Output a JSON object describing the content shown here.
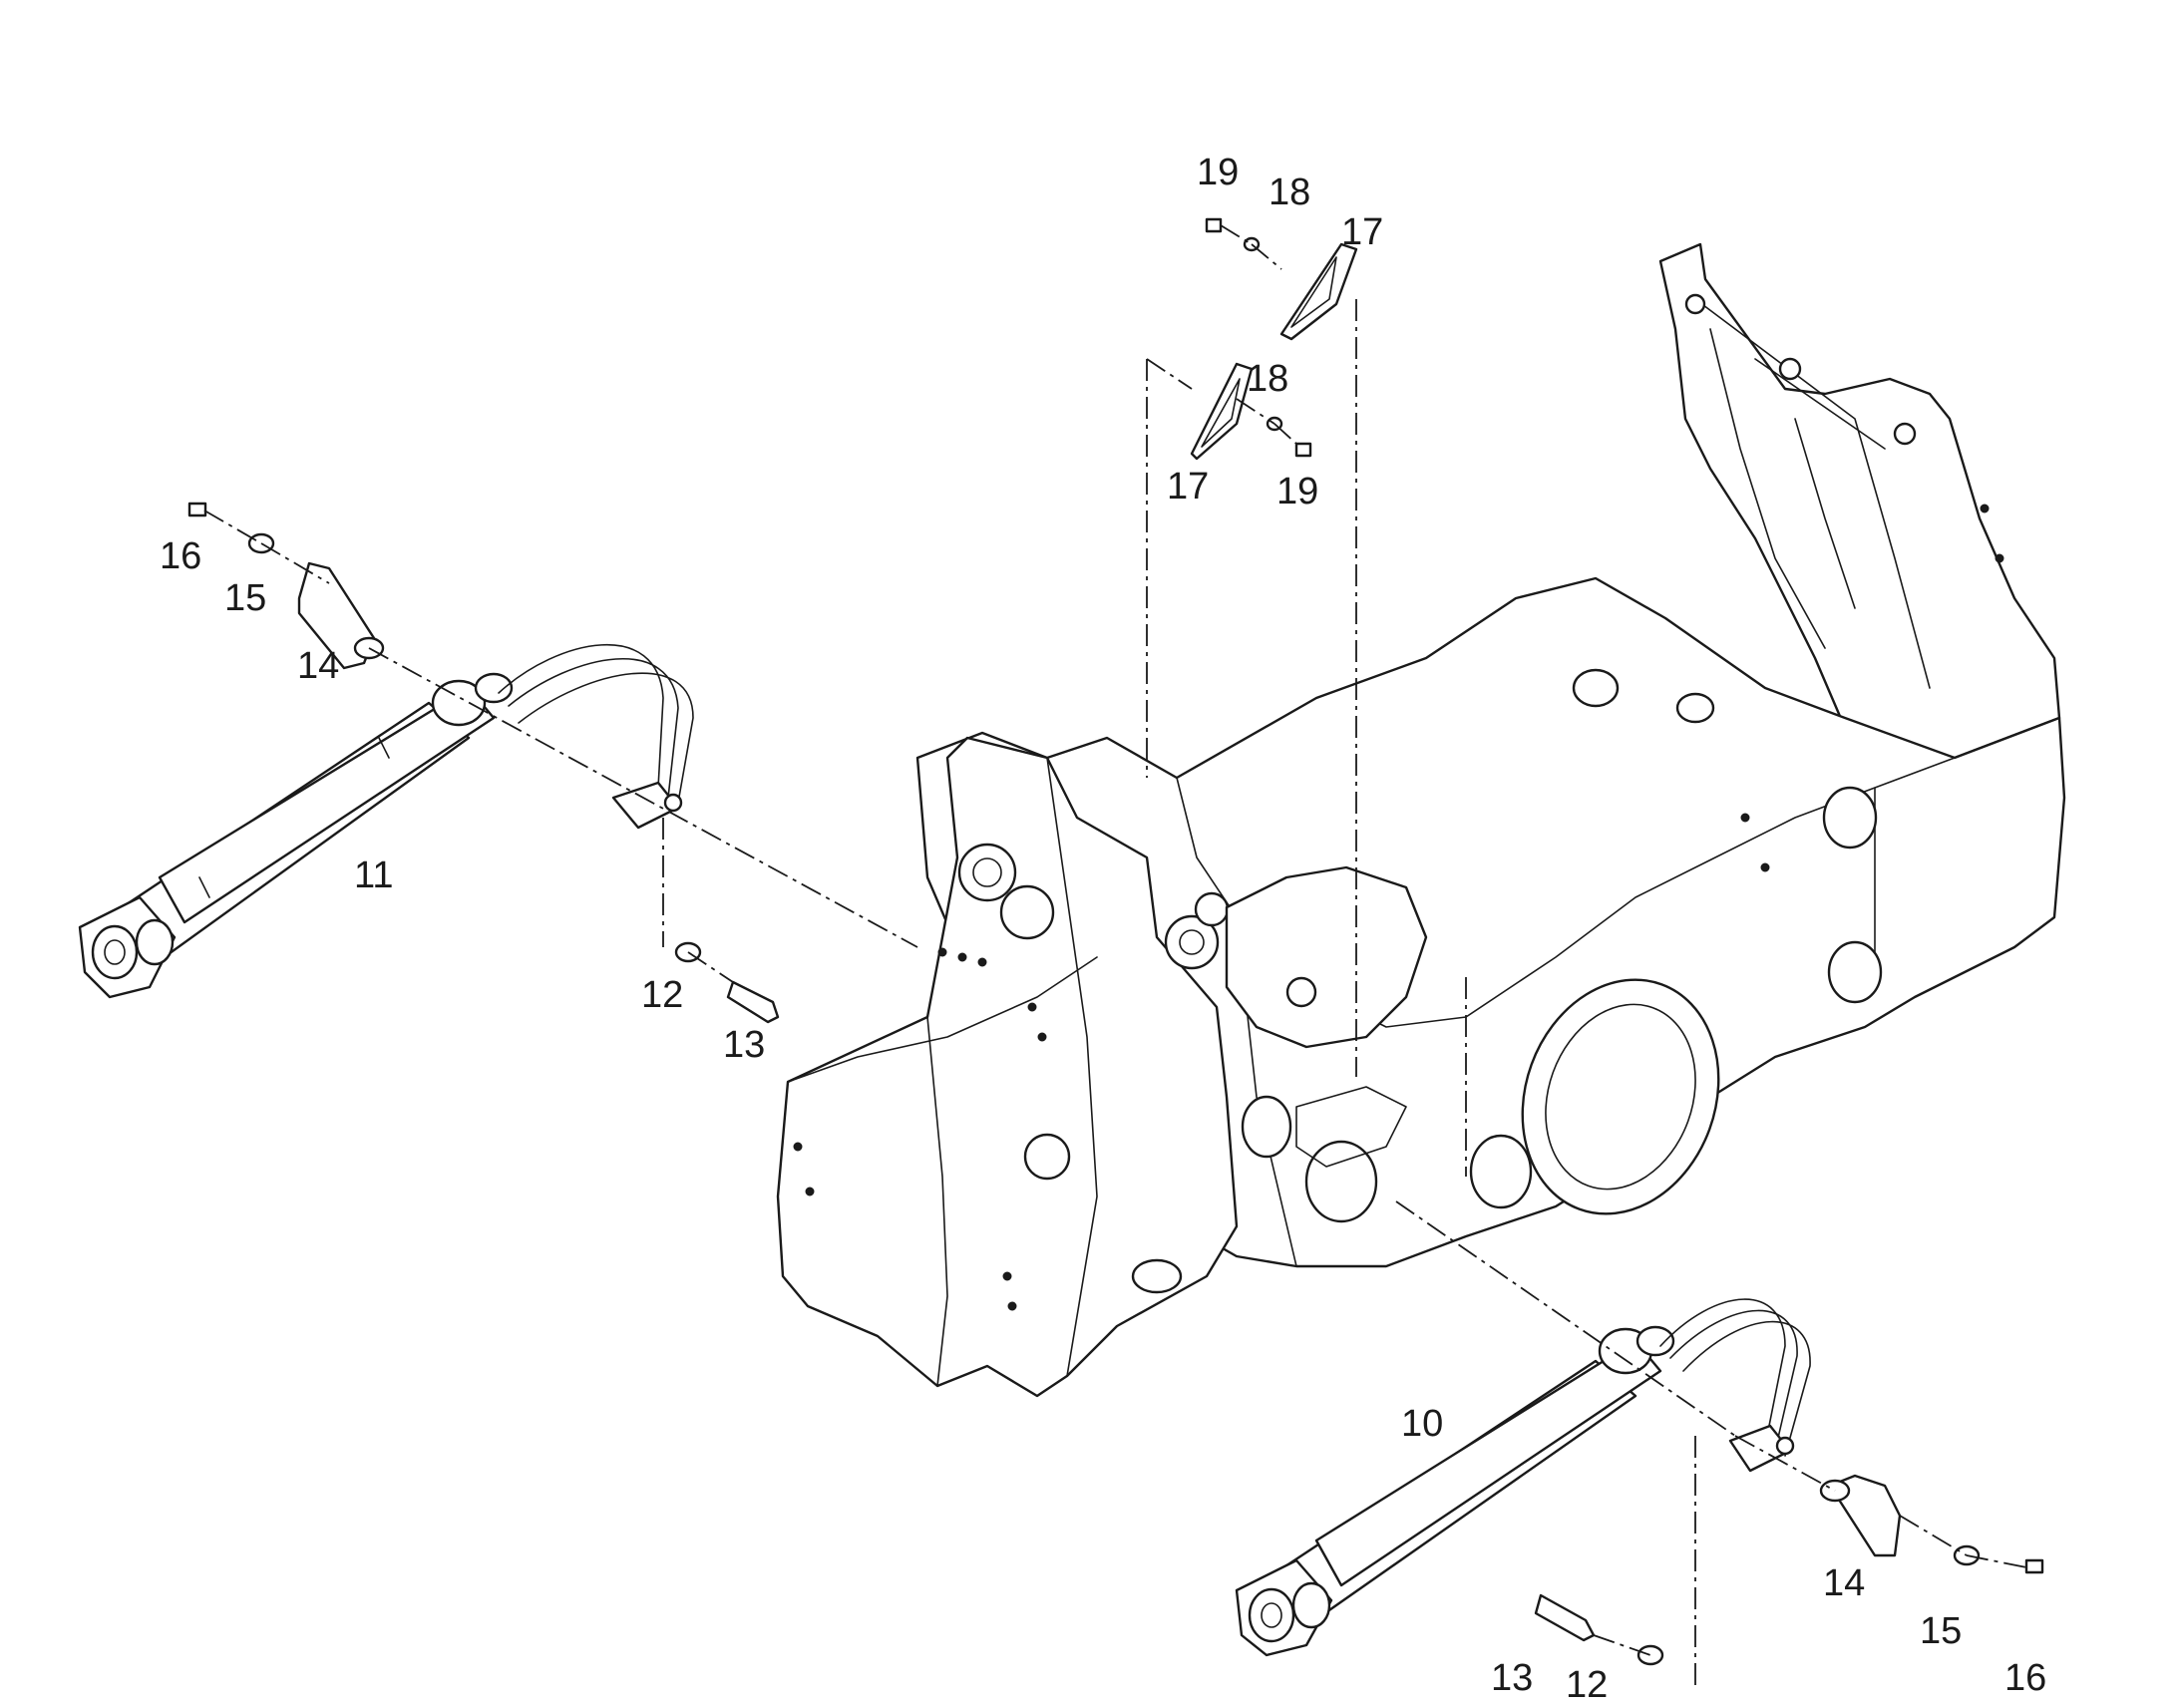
{
  "callouts": [
    {
      "id": "c19a",
      "text": "19"
    },
    {
      "id": "c18a",
      "text": "18"
    },
    {
      "id": "c17a",
      "text": "17"
    },
    {
      "id": "c18b",
      "text": "18"
    },
    {
      "id": "c17b",
      "text": "17"
    },
    {
      "id": "c19b",
      "text": "19"
    },
    {
      "id": "c16a",
      "text": "16"
    },
    {
      "id": "c15a",
      "text": "15"
    },
    {
      "id": "c14a",
      "text": "14"
    },
    {
      "id": "c11",
      "text": "11"
    },
    {
      "id": "c12a",
      "text": "12"
    },
    {
      "id": "c13a",
      "text": "13"
    },
    {
      "id": "c10",
      "text": "10"
    },
    {
      "id": "c14b",
      "text": "14"
    },
    {
      "id": "c15b",
      "text": "15"
    },
    {
      "id": "c16b",
      "text": "16"
    },
    {
      "id": "c13b",
      "text": "13"
    },
    {
      "id": "c12b",
      "text": "12"
    }
  ]
}
